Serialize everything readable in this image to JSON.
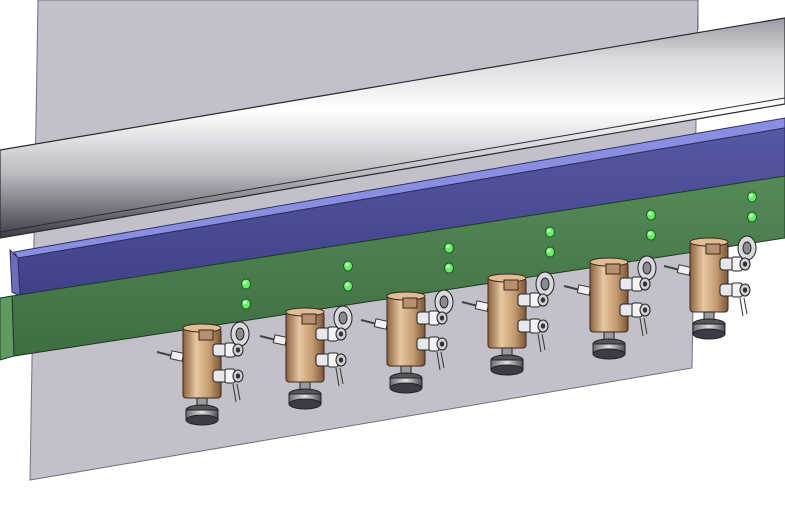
{
  "scene": {
    "background_color": "#ffffff",
    "plate_color": "#c4c0c9",
    "roller_color": "#e6e6ea",
    "blue_bar_color": "#4a4d94",
    "green_beam_color": "#4a7d4d",
    "indicator_color": "#66ee66",
    "body_color": "#c8a17a",
    "fitting_color": "#d8d8d8"
  },
  "units": [
    {
      "id": "unit-1"
    },
    {
      "id": "unit-2"
    },
    {
      "id": "unit-3"
    },
    {
      "id": "unit-4"
    },
    {
      "id": "unit-5"
    },
    {
      "id": "unit-6"
    }
  ],
  "indicator_pairs": [
    {
      "id": "pair-1"
    },
    {
      "id": "pair-2"
    },
    {
      "id": "pair-3"
    },
    {
      "id": "pair-4"
    },
    {
      "id": "pair-5"
    },
    {
      "id": "pair-6"
    }
  ]
}
